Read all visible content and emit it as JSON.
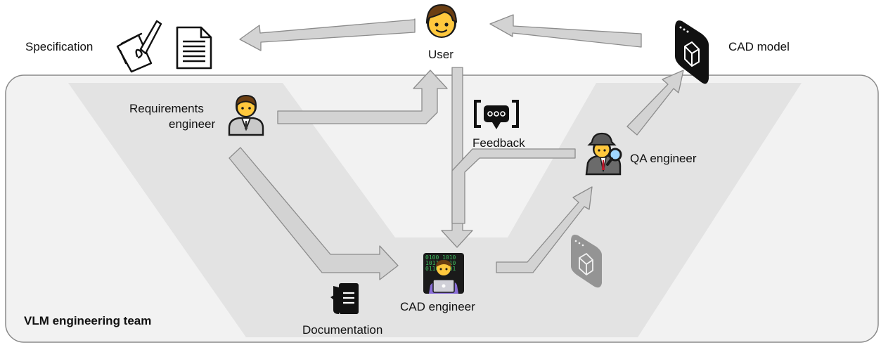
{
  "team_label": "VLM engineering team",
  "nodes": {
    "user": "User",
    "specification": "Specification",
    "cad_model": "CAD model",
    "requirements_engineer": [
      "Requirements",
      "engineer"
    ],
    "feedback": "Feedback",
    "qa_engineer": "QA engineer",
    "cad_engineer": "CAD engineer",
    "documentation": "Documentation"
  },
  "icons": {
    "user": "user-face-icon",
    "specification_signing": "signing-paper-icon",
    "specification_doc": "document-icon",
    "cad_model": "cad-model-window-icon",
    "requirements_engineer": "office-worker-icon",
    "feedback": "speech-bubble-icon",
    "qa_engineer": "detective-icon",
    "cad_engineer": "technologist-icon",
    "documentation": "documents-icon",
    "intermediate_model": "cad-model-window-icon"
  },
  "colors": {
    "panel_fill": "#f2f2f2",
    "panel_stroke": "#8a8a8a",
    "v_band": "#e2e2e2",
    "arrow_fill": "#d3d3d3",
    "arrow_stroke": "#8c8c8c",
    "skin": "#ffc83d",
    "hair": "#6b3e12"
  }
}
